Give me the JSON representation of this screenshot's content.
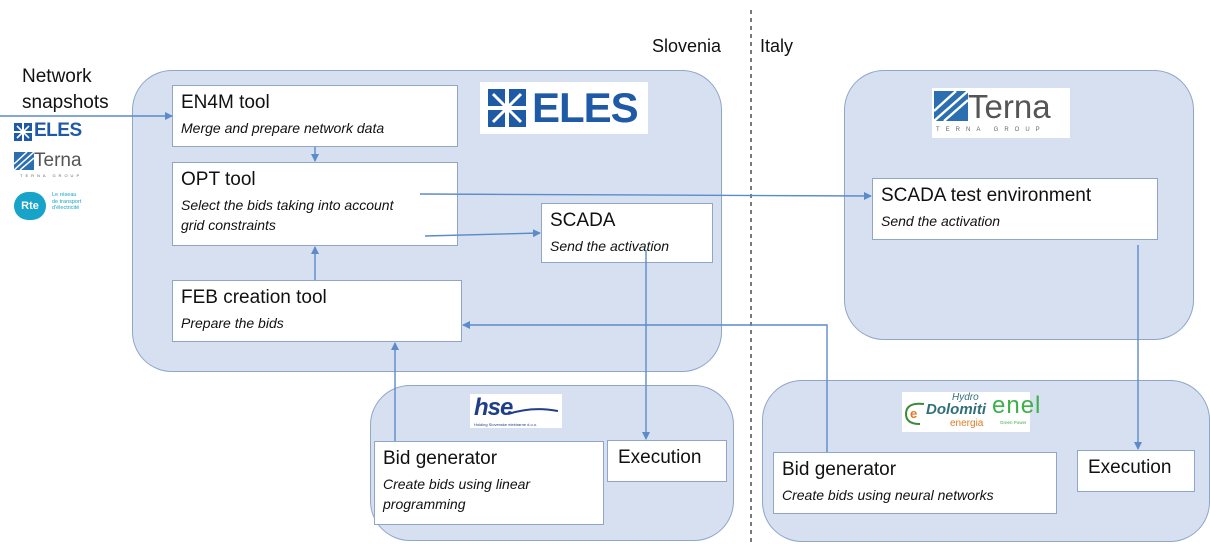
{
  "countries": {
    "left": "Slovenia",
    "right": "Italy"
  },
  "network": {
    "line1": "Network",
    "line2": "snapshots"
  },
  "logos": {
    "eles_big": "ELES",
    "eles_small": "ELES",
    "terna_small": "Terna",
    "terna_small_sub": "TERNA GROUP",
    "rte_badge": "Rte",
    "rte_text": [
      "Le réseau",
      "de transport",
      "d'électricité"
    ],
    "terna_big": "Terna",
    "terna_big_sub": "TERNA GROUP",
    "hse": "hse",
    "hse_sub": "Holding Slovenske elektrarne d.o.o.",
    "dolomiti_line1": "Hydro",
    "dolomiti_line2": "Dolomiti",
    "dolomiti_line3": "energia",
    "enel": "enel",
    "enel_sub": "Green Power"
  },
  "boxes": {
    "en4m": {
      "title": "EN4M tool",
      "subtitle": "Merge and prepare network data"
    },
    "opt": {
      "title": "OPT tool",
      "subtitle_1": "Select the bids taking into account",
      "subtitle_2": "grid constraints"
    },
    "scada": {
      "title": "SCADA",
      "subtitle": "Send the activation"
    },
    "feb": {
      "title": "FEB creation tool",
      "subtitle": "Prepare the bids"
    },
    "scada_test": {
      "title": "SCADA test environment",
      "subtitle": "Send the activation"
    },
    "bid_si": {
      "title": "Bid generator",
      "subtitle_1": "Create bids using linear",
      "subtitle_2": "programming"
    },
    "exec_si": {
      "title": "Execution"
    },
    "bid_it": {
      "title": "Bid generator",
      "subtitle": "Create bids using neural networks"
    },
    "exec_it": {
      "title": "Execution"
    }
  },
  "colors": {
    "region_fill": "#d6e0f1",
    "border": "#8fa6c9",
    "arrow": "#5b8bc9",
    "eles_blue": "#1f5aa6",
    "terna_blue": "#2c6fb1",
    "rte_teal": "#18a4c9"
  }
}
